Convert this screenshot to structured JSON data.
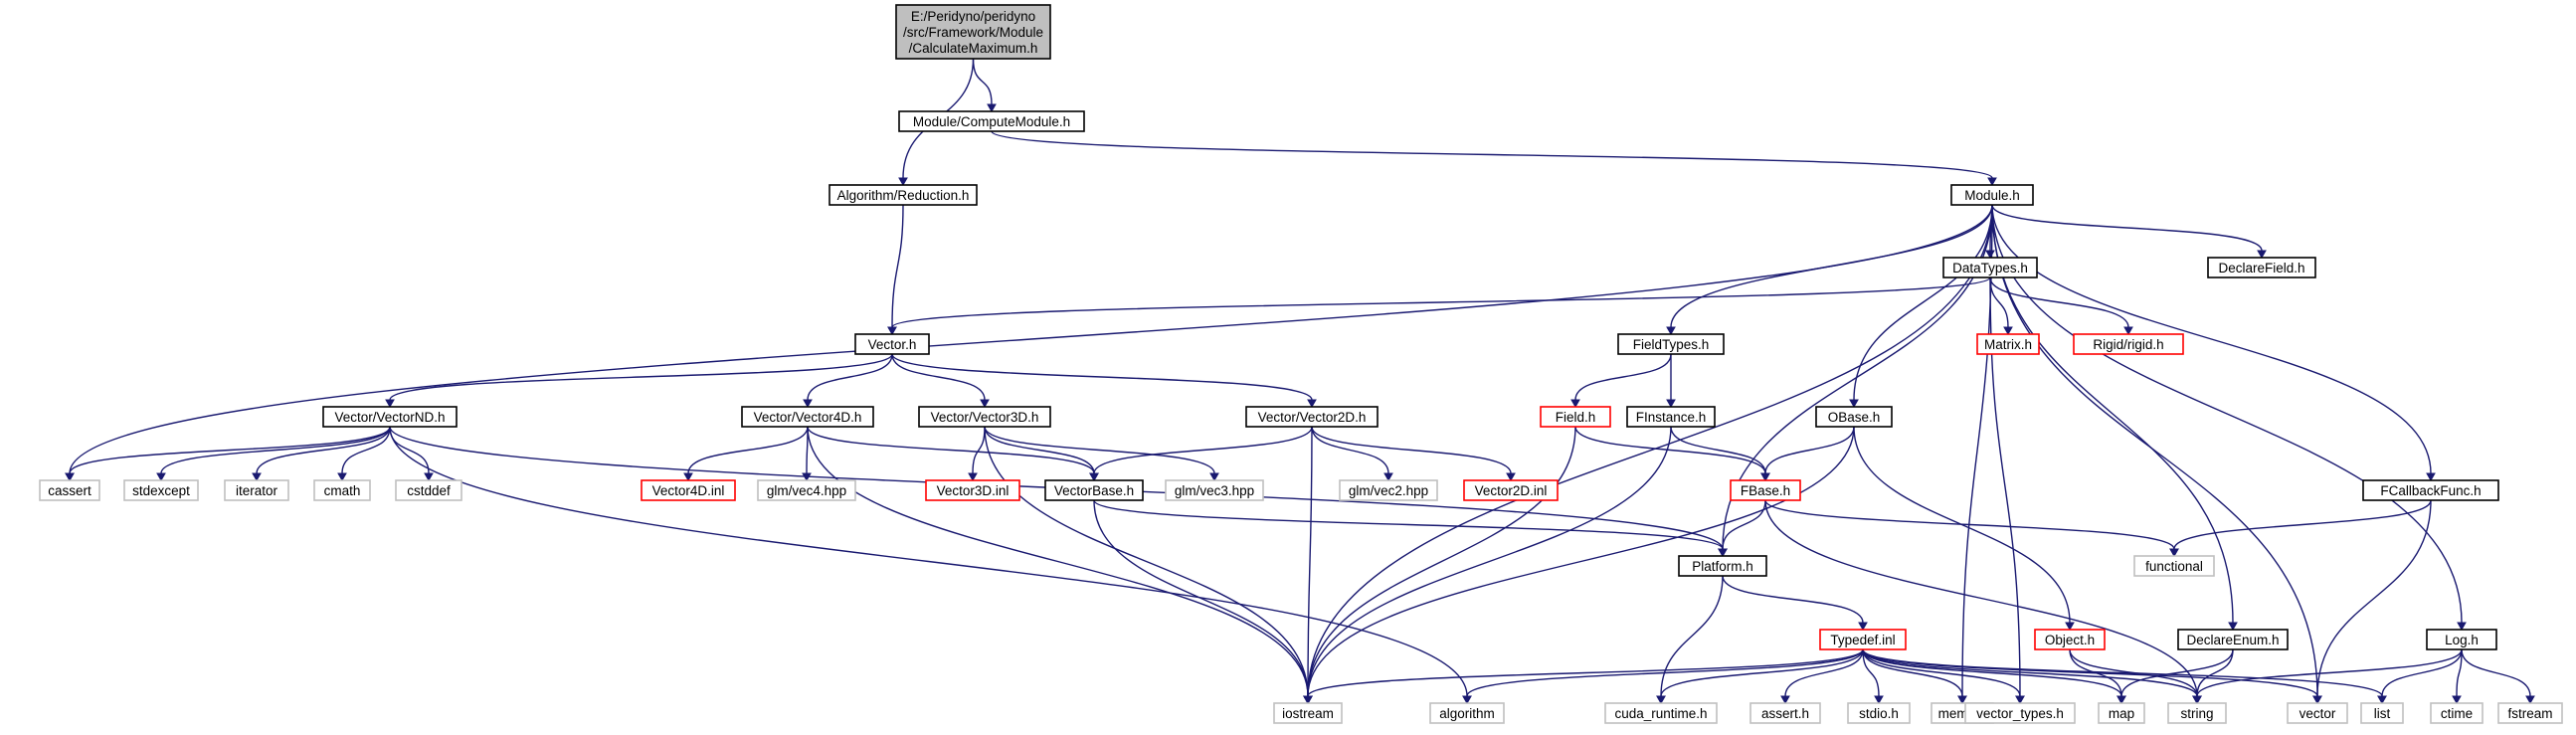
{
  "graph": {
    "colors": {
      "edge": "#191970",
      "root_fill": "#bfbfbf",
      "node_border": "#000000",
      "missing_border": "#bfbfbf",
      "red_border": "#ff0000"
    },
    "nodes": [
      {
        "id": "root",
        "lines": [
          "E:/Peridyno/peridyno",
          "/src/Framework/Module",
          "/CalculateMaximum.h"
        ],
        "style": "root"
      },
      {
        "id": "computemodule",
        "lines": [
          "Module/ComputeModule.h"
        ],
        "style": "normal"
      },
      {
        "id": "reduction",
        "lines": [
          "Algorithm/Reduction.h"
        ],
        "style": "normal"
      },
      {
        "id": "module",
        "lines": [
          "Module.h"
        ],
        "style": "normal"
      },
      {
        "id": "datatypes",
        "lines": [
          "DataTypes.h"
        ],
        "style": "normal"
      },
      {
        "id": "declarefield",
        "lines": [
          "DeclareField.h"
        ],
        "style": "normal"
      },
      {
        "id": "vector",
        "lines": [
          "Vector.h"
        ],
        "style": "normal"
      },
      {
        "id": "fieldtypes",
        "lines": [
          "FieldTypes.h"
        ],
        "style": "normal"
      },
      {
        "id": "matrix",
        "lines": [
          "Matrix.h"
        ],
        "style": "red"
      },
      {
        "id": "rigid",
        "lines": [
          "Rigid/rigid.h"
        ],
        "style": "red"
      },
      {
        "id": "vectornd",
        "lines": [
          "Vector/VectorND.h"
        ],
        "style": "normal"
      },
      {
        "id": "vector4d",
        "lines": [
          "Vector/Vector4D.h"
        ],
        "style": "normal"
      },
      {
        "id": "vector3d",
        "lines": [
          "Vector/Vector3D.h"
        ],
        "style": "normal"
      },
      {
        "id": "vector2d",
        "lines": [
          "Vector/Vector2D.h"
        ],
        "style": "normal"
      },
      {
        "id": "field",
        "lines": [
          "Field.h"
        ],
        "style": "red"
      },
      {
        "id": "finstance",
        "lines": [
          "FInstance.h"
        ],
        "style": "normal"
      },
      {
        "id": "obase",
        "lines": [
          "OBase.h"
        ],
        "style": "normal"
      },
      {
        "id": "fcallback",
        "lines": [
          "FCallbackFunc.h"
        ],
        "style": "normal"
      },
      {
        "id": "cassert",
        "lines": [
          "cassert"
        ],
        "style": "missing"
      },
      {
        "id": "stdexcept",
        "lines": [
          "stdexcept"
        ],
        "style": "missing"
      },
      {
        "id": "iterator",
        "lines": [
          "iterator"
        ],
        "style": "missing"
      },
      {
        "id": "cmath",
        "lines": [
          "cmath"
        ],
        "style": "missing"
      },
      {
        "id": "cstddef",
        "lines": [
          "cstddef"
        ],
        "style": "missing"
      },
      {
        "id": "vector4dinl",
        "lines": [
          "Vector4D.inl"
        ],
        "style": "red"
      },
      {
        "id": "glmvec4",
        "lines": [
          "glm/vec4.hpp"
        ],
        "style": "missing"
      },
      {
        "id": "vector3dinl",
        "lines": [
          "Vector3D.inl"
        ],
        "style": "red"
      },
      {
        "id": "vectorbase",
        "lines": [
          "VectorBase.h"
        ],
        "style": "normal"
      },
      {
        "id": "glmvec3",
        "lines": [
          "glm/vec3.hpp"
        ],
        "style": "missing"
      },
      {
        "id": "glmvec2",
        "lines": [
          "glm/vec2.hpp"
        ],
        "style": "missing"
      },
      {
        "id": "vector2dinl",
        "lines": [
          "Vector2D.inl"
        ],
        "style": "red"
      },
      {
        "id": "fbase",
        "lines": [
          "FBase.h"
        ],
        "style": "red"
      },
      {
        "id": "functional",
        "lines": [
          "functional"
        ],
        "style": "missing"
      },
      {
        "id": "platform",
        "lines": [
          "Platform.h"
        ],
        "style": "normal"
      },
      {
        "id": "typedef",
        "lines": [
          "Typedef.inl"
        ],
        "style": "red"
      },
      {
        "id": "object",
        "lines": [
          "Object.h"
        ],
        "style": "red"
      },
      {
        "id": "declareenum",
        "lines": [
          "DeclareEnum.h"
        ],
        "style": "normal"
      },
      {
        "id": "log",
        "lines": [
          "Log.h"
        ],
        "style": "normal"
      },
      {
        "id": "iostream",
        "lines": [
          "iostream"
        ],
        "style": "missing"
      },
      {
        "id": "algorithm",
        "lines": [
          "algorithm"
        ],
        "style": "missing"
      },
      {
        "id": "cudaruntime",
        "lines": [
          "cuda_runtime.h"
        ],
        "style": "missing"
      },
      {
        "id": "asserth",
        "lines": [
          "assert.h"
        ],
        "style": "missing"
      },
      {
        "id": "stdioh",
        "lines": [
          "stdio.h"
        ],
        "style": "missing"
      },
      {
        "id": "memory",
        "lines": [
          "memory"
        ],
        "style": "missing"
      },
      {
        "id": "vectortypes",
        "lines": [
          "vector_types.h"
        ],
        "style": "missing"
      },
      {
        "id": "map",
        "lines": [
          "map"
        ],
        "style": "missing"
      },
      {
        "id": "string",
        "lines": [
          "string"
        ],
        "style": "missing"
      },
      {
        "id": "stdvector",
        "lines": [
          "vector"
        ],
        "style": "missing"
      },
      {
        "id": "list",
        "lines": [
          "list"
        ],
        "style": "missing"
      },
      {
        "id": "ctime",
        "lines": [
          "ctime"
        ],
        "style": "missing"
      },
      {
        "id": "fstream",
        "lines": [
          "fstream"
        ],
        "style": "missing"
      }
    ],
    "edges": [
      [
        "root",
        "computemodule"
      ],
      [
        "root",
        "reduction"
      ],
      [
        "computemodule",
        "module"
      ],
      [
        "reduction",
        "vector"
      ],
      [
        "module",
        "datatypes"
      ],
      [
        "module",
        "declarefield"
      ],
      [
        "module",
        "fieldtypes"
      ],
      [
        "module",
        "obase"
      ],
      [
        "module",
        "fcallback"
      ],
      [
        "module",
        "platform"
      ],
      [
        "module",
        "declareenum"
      ],
      [
        "module",
        "log"
      ],
      [
        "module",
        "cassert"
      ],
      [
        "module",
        "iostream"
      ],
      [
        "module",
        "memory"
      ],
      [
        "module",
        "stdvector"
      ],
      [
        "datatypes",
        "vector"
      ],
      [
        "datatypes",
        "matrix"
      ],
      [
        "datatypes",
        "rigid"
      ],
      [
        "datatypes",
        "vectortypes"
      ],
      [
        "vector",
        "vectornd"
      ],
      [
        "vector",
        "vector4d"
      ],
      [
        "vector",
        "vector3d"
      ],
      [
        "vector",
        "vector2d"
      ],
      [
        "vectornd",
        "cassert"
      ],
      [
        "vectornd",
        "stdexcept"
      ],
      [
        "vectornd",
        "iterator"
      ],
      [
        "vectornd",
        "cmath"
      ],
      [
        "vectornd",
        "cstddef"
      ],
      [
        "vectornd",
        "platform"
      ],
      [
        "vectornd",
        "algorithm"
      ],
      [
        "vector4d",
        "vector4dinl"
      ],
      [
        "vector4d",
        "glmvec4"
      ],
      [
        "vector4d",
        "vectorbase"
      ],
      [
        "vector4d",
        "iostream"
      ],
      [
        "vector3d",
        "vector3dinl"
      ],
      [
        "vector3d",
        "vectorbase"
      ],
      [
        "vector3d",
        "glmvec3"
      ],
      [
        "vector3d",
        "iostream"
      ],
      [
        "vector2d",
        "vectorbase"
      ],
      [
        "vector2d",
        "glmvec2"
      ],
      [
        "vector2d",
        "vector2dinl"
      ],
      [
        "vector2d",
        "iostream"
      ],
      [
        "vectorbase",
        "platform"
      ],
      [
        "vectorbase",
        "iostream"
      ],
      [
        "fieldtypes",
        "field"
      ],
      [
        "fieldtypes",
        "finstance"
      ],
      [
        "field",
        "fbase"
      ],
      [
        "field",
        "iostream"
      ],
      [
        "finstance",
        "fbase"
      ],
      [
        "finstance",
        "iostream"
      ],
      [
        "obase",
        "fbase"
      ],
      [
        "obase",
        "object"
      ],
      [
        "obase",
        "iostream"
      ],
      [
        "fbase",
        "platform"
      ],
      [
        "fbase",
        "functional"
      ],
      [
        "fbase",
        "string"
      ],
      [
        "fcallback",
        "functional"
      ],
      [
        "fcallback",
        "stdvector"
      ],
      [
        "platform",
        "typedef"
      ],
      [
        "platform",
        "cudaruntime"
      ],
      [
        "typedef",
        "iostream"
      ],
      [
        "typedef",
        "algorithm"
      ],
      [
        "typedef",
        "cudaruntime"
      ],
      [
        "typedef",
        "asserth"
      ],
      [
        "typedef",
        "stdioh"
      ],
      [
        "typedef",
        "memory"
      ],
      [
        "typedef",
        "vectortypes"
      ],
      [
        "typedef",
        "map"
      ],
      [
        "typedef",
        "string"
      ],
      [
        "typedef",
        "stdvector"
      ],
      [
        "typedef",
        "list"
      ],
      [
        "object",
        "map"
      ],
      [
        "object",
        "string"
      ],
      [
        "declareenum",
        "map"
      ],
      [
        "declareenum",
        "string"
      ],
      [
        "log",
        "string"
      ],
      [
        "log",
        "list"
      ],
      [
        "log",
        "ctime"
      ],
      [
        "log",
        "fstream"
      ]
    ]
  }
}
